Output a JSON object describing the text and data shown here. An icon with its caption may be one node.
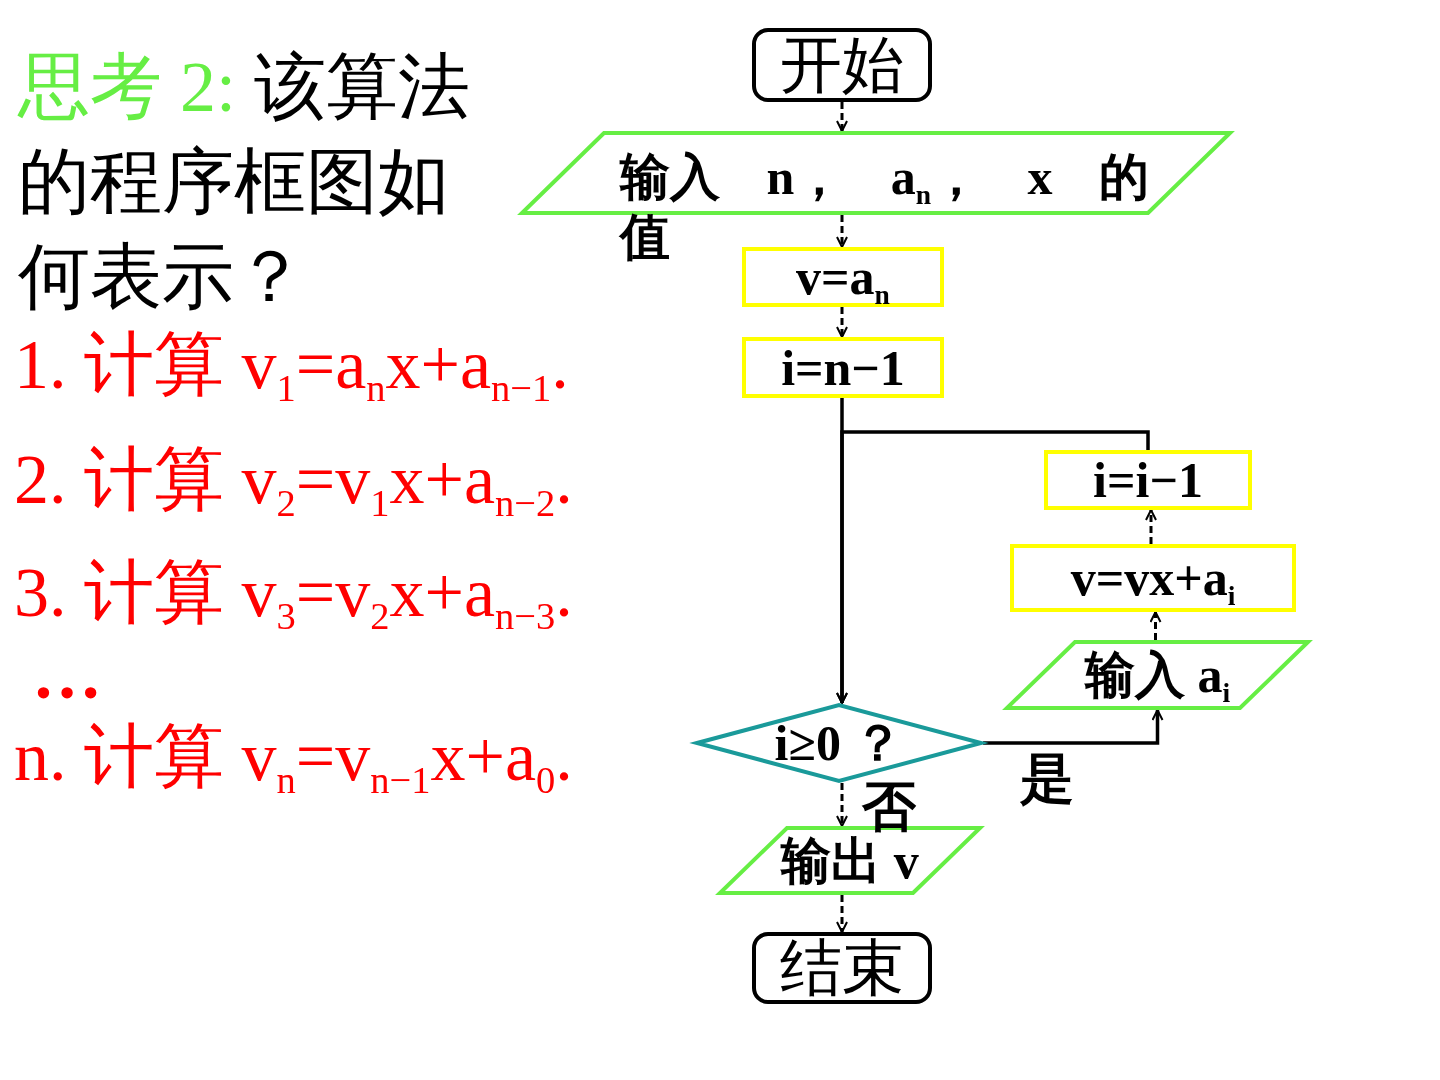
{
  "diagram": {
    "nodes": [
      {
        "text": [
          "开始"
        ]
      },
      {
        "text": [
          "输入 n， a$_{n}$， x 的值"
        ]
      },
      {
        "text": [
          "v=a$_{n}$"
        ]
      },
      {
        "text": [
          "i=n−1"
        ]
      },
      {
        "text": [
          "i≥0 ？"
        ]
      },
      {
        "text": [
          "输入 a$_{i}$"
        ]
      },
      {
        "text": [
          "v=vx+a$_{i}$"
        ]
      },
      {
        "text": [
          "i=i−1"
        ]
      },
      {
        "text": [
          "输出 v"
        ]
      },
      {
        "text": [
          "结束"
        ]
      }
    ],
    "edges": [
      {
        "from": 0,
        "to": 1,
        "arrow": "to",
        "style": "dashed"
      },
      {
        "from": 1,
        "to": 2,
        "arrow": "to",
        "style": "dashed"
      },
      {
        "from": 2,
        "to": 3,
        "arrow": "to",
        "style": "dashed"
      },
      {
        "from": 3,
        "to": 4,
        "arrow": "to"
      },
      {
        "from": 4,
        "to": 5,
        "arrow": "to",
        "label": "是"
      },
      {
        "from": 5,
        "to": 6,
        "arrow": "to",
        "style": "dashed"
      },
      {
        "from": 6,
        "to": 7,
        "arrow": "to",
        "style": "dashed"
      },
      {
        "from": 7,
        "to": 4,
        "arrow": "to"
      },
      {
        "from": 4,
        "to": 8,
        "arrow": "to",
        "label": "否",
        "style": "dashed"
      },
      {
        "from": 8,
        "to": 9,
        "arrow": "to",
        "style": "dashed"
      }
    ],
    "labels": [
      "思考 2:",
      "该算法的程序框图如何表示？",
      "1. 计算 v$_{1}$=a$_{n}$x+a$_{n−1}$.",
      "2. 计算 v$_{2}$=v$_{1}$x+a$_{n−2}$.",
      "3. 计算 v$_{3}$=v$_{2}$x+a$_{n−3}$.",
      "…",
      "n. 计算 v$_{n}$=v$_{n−1}$x+a$_{0}$."
    ]
  }
}
